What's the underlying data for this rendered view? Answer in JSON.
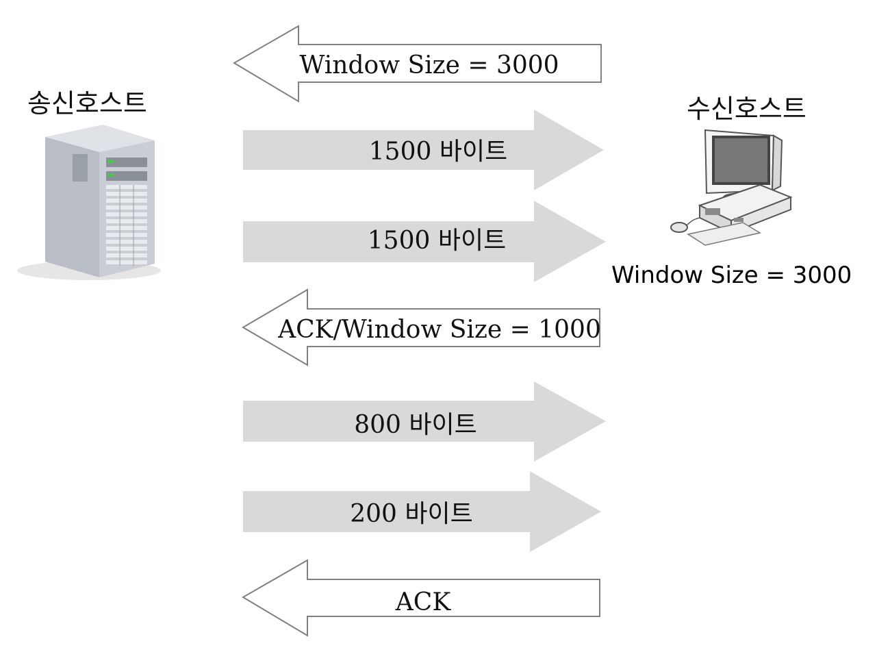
{
  "sender": {
    "label": "송신호스트"
  },
  "receiver": {
    "label": "수신호스트",
    "window_note": "Window Size = 3000"
  },
  "messages": [
    {
      "label": "Window Size = 3000",
      "direction": "left",
      "style": "outline"
    },
    {
      "label": "1500 바이트",
      "direction": "right",
      "style": "filled"
    },
    {
      "label": "1500 바이트",
      "direction": "right",
      "style": "filled"
    },
    {
      "label": "ACK/Window Size = 1000",
      "direction": "left",
      "style": "outline"
    },
    {
      "label": "800 바이트",
      "direction": "right",
      "style": "filled"
    },
    {
      "label": "200 바이트",
      "direction": "right",
      "style": "filled"
    },
    {
      "label": "ACK",
      "direction": "left",
      "style": "outline"
    }
  ],
  "colors": {
    "filled_arrow": "#d9d9d9",
    "outline_arrow": "#808080"
  }
}
